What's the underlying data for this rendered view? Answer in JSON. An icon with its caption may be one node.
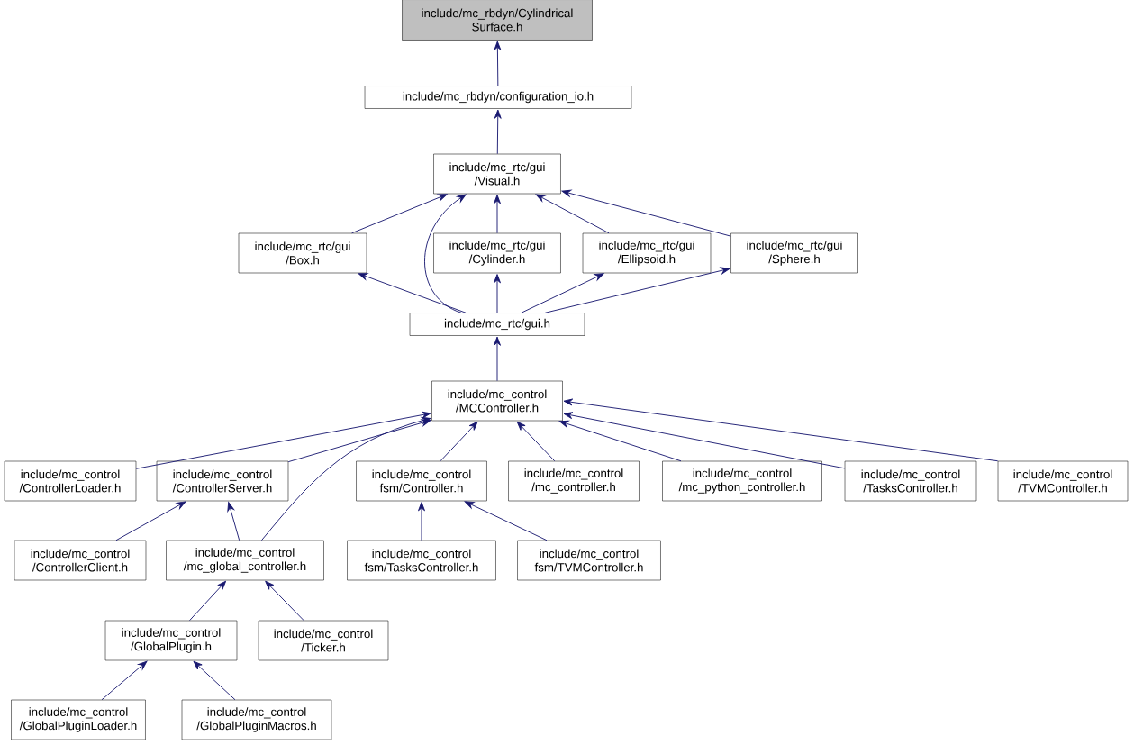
{
  "diagram": {
    "nodes": [
      {
        "text": [
          "include/mc_rbdyn/Cylindrical Surface.h"
        ]
      },
      {
        "text": [
          "include/mc_rbdyn/configuration_io.h"
        ]
      },
      {
        "text": [
          "include/mc_rtc/gui /Visual.h"
        ]
      },
      {
        "text": [
          "include/mc_rtc/gui /Box.h"
        ]
      },
      {
        "text": [
          "include/mc_rtc/gui /Cylinder.h"
        ]
      },
      {
        "text": [
          "include/mc_rtc/gui /Ellipsoid.h"
        ]
      },
      {
        "text": [
          "include/mc_rtc/gui /Sphere.h"
        ]
      },
      {
        "text": [
          "include/mc_rtc/gui.h"
        ]
      },
      {
        "text": [
          "include/mc_control /MCController.h"
        ]
      },
      {
        "text": [
          "include/mc_control /ControllerLoader.h"
        ]
      },
      {
        "text": [
          "include/mc_control /ControllerServer.h"
        ]
      },
      {
        "text": [
          "include/mc_control fsm/Controller.h"
        ]
      },
      {
        "text": [
          "include/mc_control /mc_controller.h"
        ]
      },
      {
        "text": [
          "include/mc_control /mc_python_controller.h"
        ]
      },
      {
        "text": [
          "include/mc_control /TasksController.h"
        ]
      },
      {
        "text": [
          "include/mc_control /TVMController.h"
        ]
      },
      {
        "text": [
          "include/mc_control /ControllerClient.h"
        ]
      },
      {
        "text": [
          "include/mc_control /mc_global_controller.h"
        ]
      },
      {
        "text": [
          "include/mc_control fsm/TasksController.h"
        ]
      },
      {
        "text": [
          "include/mc_control fsm/TVMController.h"
        ]
      },
      {
        "text": [
          "include/mc_control /GlobalPlugin.h"
        ]
      },
      {
        "text": [
          "include/mc_control /Ticker.h"
        ]
      },
      {
        "text": [
          "include/mc_control /GlobalPluginLoader.h"
        ]
      },
      {
        "text": [
          "include/mc_control /GlobalPluginMacros.h"
        ]
      }
    ],
    "edges": [
      {
        "from": 1,
        "to": 0,
        "arrow": "to"
      },
      {
        "from": 2,
        "to": 1,
        "arrow": "to"
      },
      {
        "from": 3,
        "to": 2,
        "arrow": "to"
      },
      {
        "from": 4,
        "to": 2,
        "arrow": "to"
      },
      {
        "from": 5,
        "to": 2,
        "arrow": "to"
      },
      {
        "from": 6,
        "to": 2,
        "arrow": "to"
      },
      {
        "from": 7,
        "to": 2,
        "arrow": "to"
      },
      {
        "from": 7,
        "to": 3,
        "arrow": "to"
      },
      {
        "from": 7,
        "to": 4,
        "arrow": "to"
      },
      {
        "from": 7,
        "to": 5,
        "arrow": "to"
      },
      {
        "from": 7,
        "to": 6,
        "arrow": "to"
      },
      {
        "from": 8,
        "to": 7,
        "arrow": "to"
      },
      {
        "from": 9,
        "to": 8,
        "arrow": "to"
      },
      {
        "from": 10,
        "to": 8,
        "arrow": "to"
      },
      {
        "from": 17,
        "to": 8,
        "arrow": "to"
      },
      {
        "from": 11,
        "to": 8,
        "arrow": "to"
      },
      {
        "from": 12,
        "to": 8,
        "arrow": "to"
      },
      {
        "from": 13,
        "to": 8,
        "arrow": "to"
      },
      {
        "from": 14,
        "to": 8,
        "arrow": "to"
      },
      {
        "from": 15,
        "to": 8,
        "arrow": "to"
      },
      {
        "from": 16,
        "to": 10,
        "arrow": "to"
      },
      {
        "from": 17,
        "to": 10,
        "arrow": "to"
      },
      {
        "from": 18,
        "to": 11,
        "arrow": "to"
      },
      {
        "from": 19,
        "to": 11,
        "arrow": "to"
      },
      {
        "from": 20,
        "to": 17,
        "arrow": "to"
      },
      {
        "from": 21,
        "to": 17,
        "arrow": "to"
      },
      {
        "from": 22,
        "to": 20,
        "arrow": "to"
      },
      {
        "from": 23,
        "to": 20,
        "arrow": "to"
      }
    ]
  }
}
